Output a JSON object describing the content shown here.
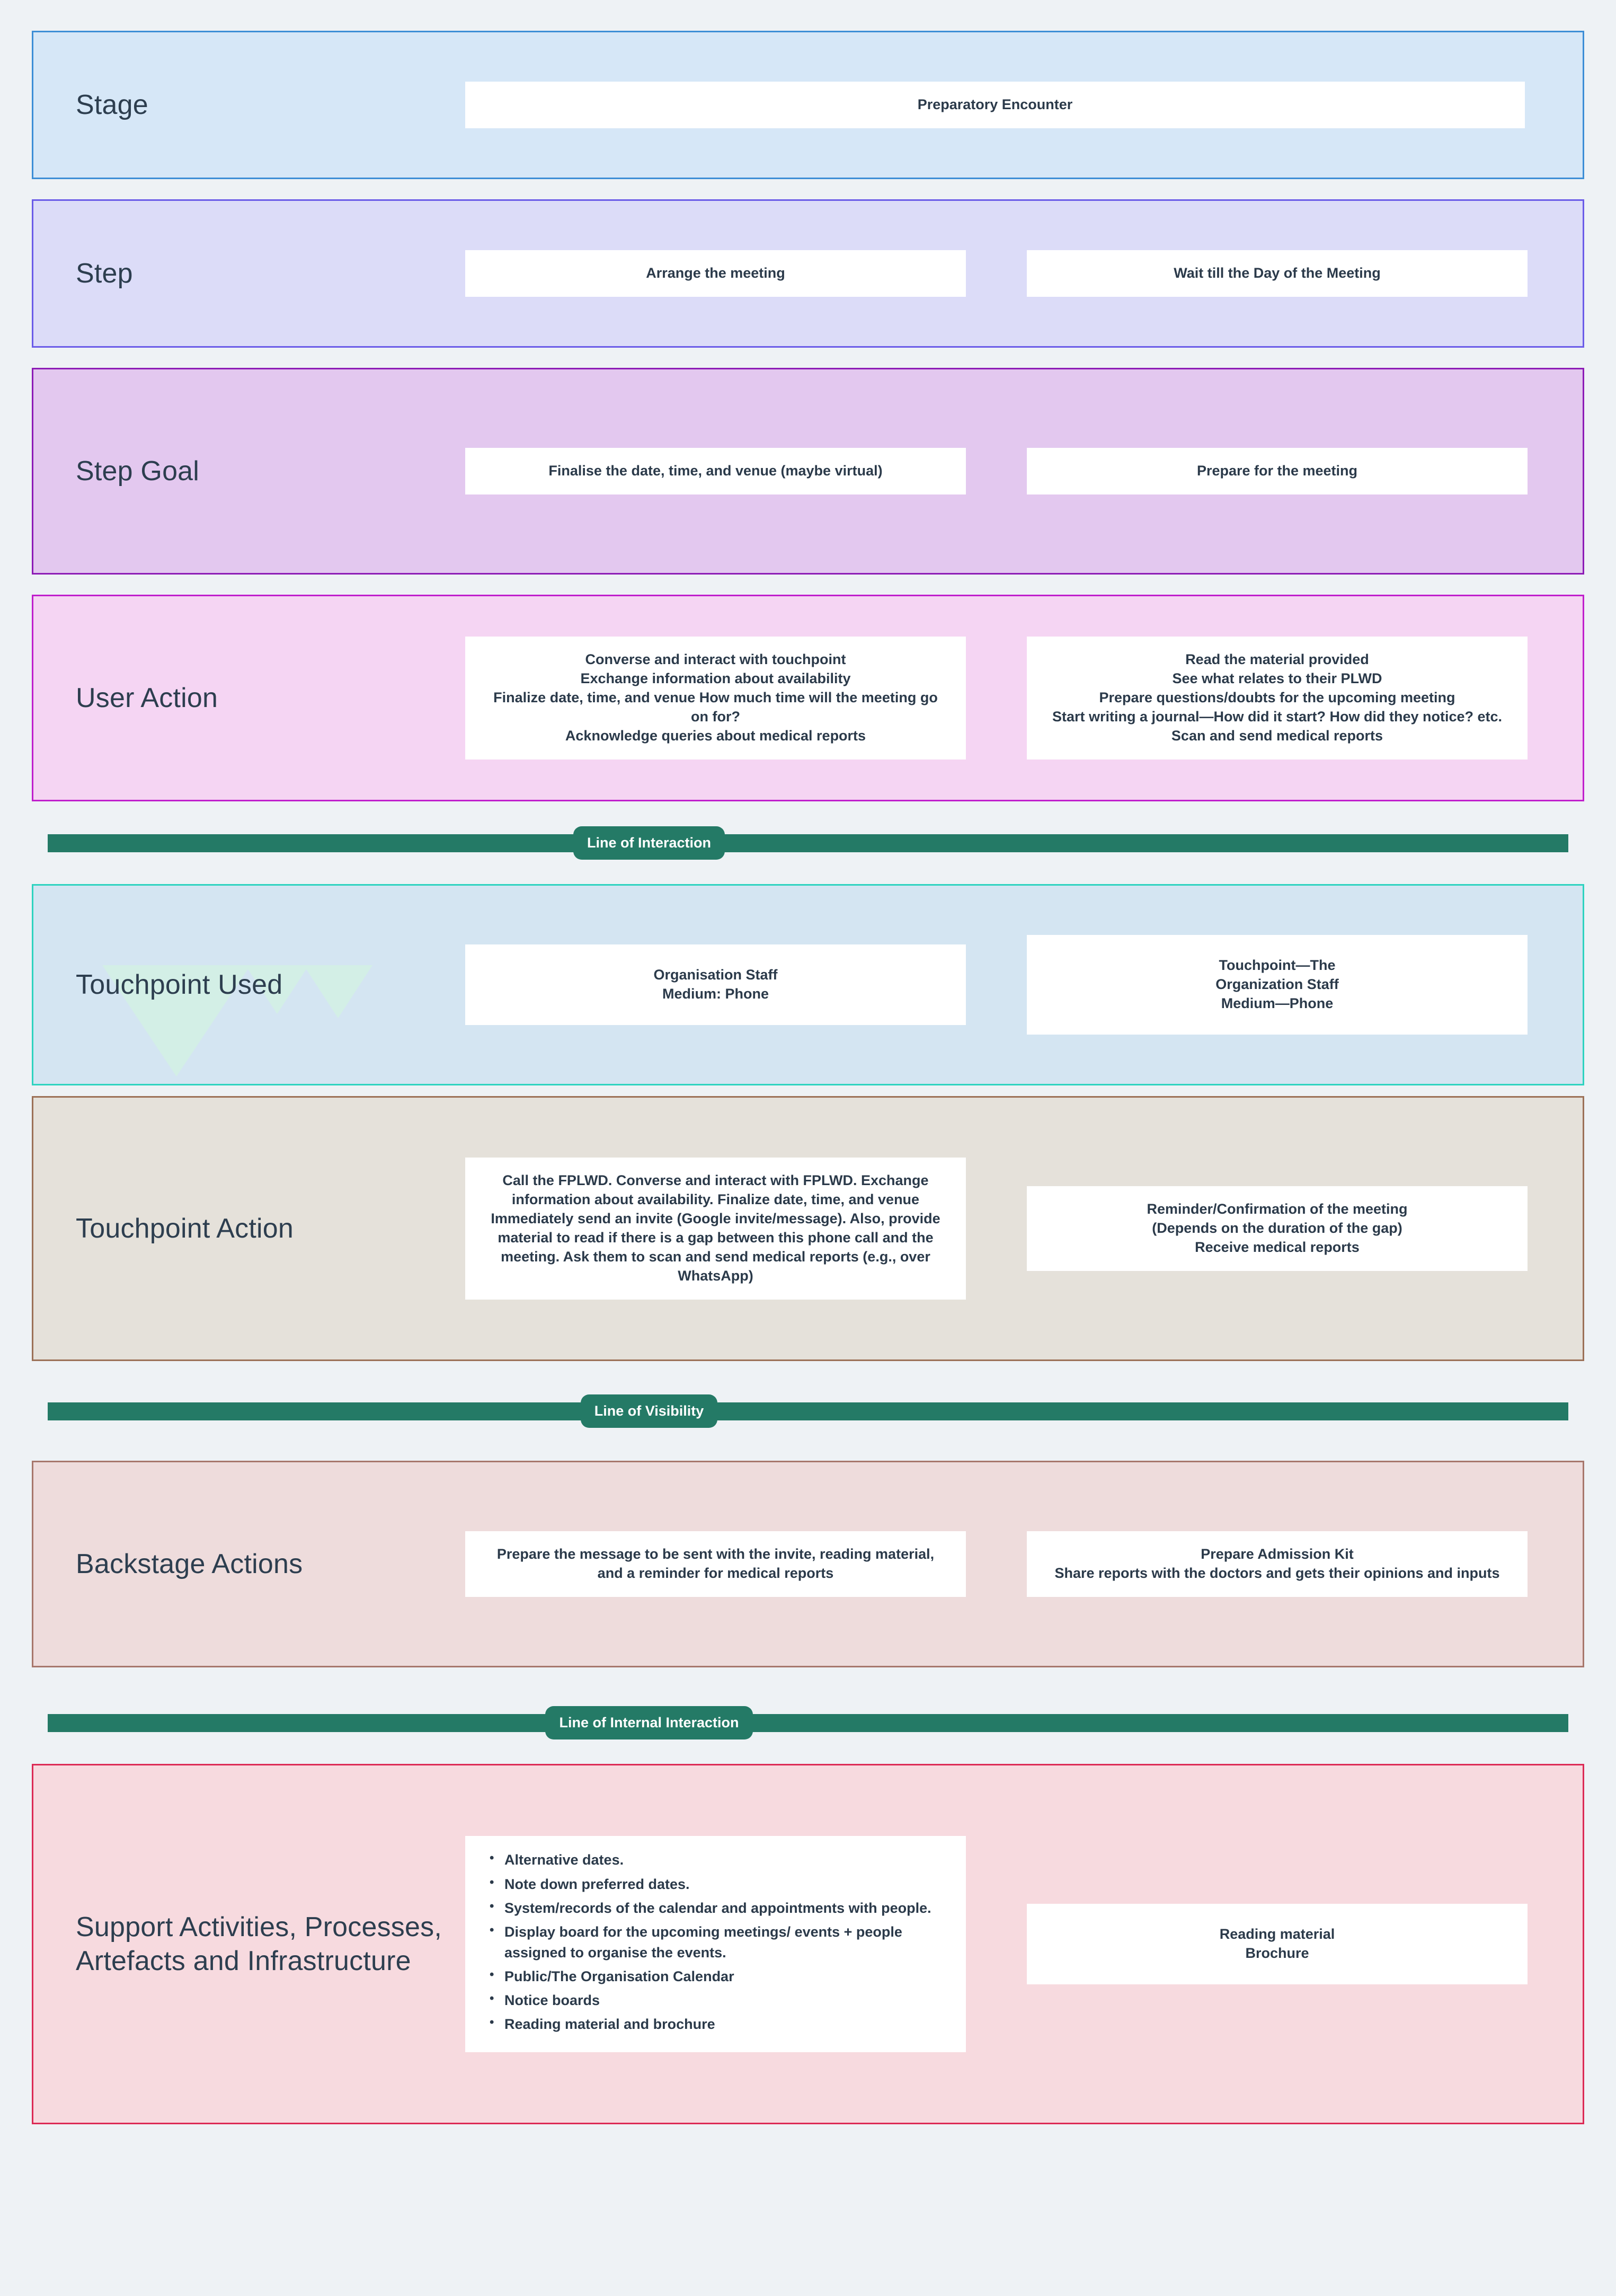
{
  "colors": {
    "page_background": "#eef2f5",
    "divider": "#247a66",
    "text": "#2b3a4a",
    "stage_bg": "#d6e7f7",
    "stage_border": "#3d8ed6",
    "step_bg": "#dcdcf8",
    "step_border": "#6b5ce8",
    "step_goal_bg": "#e3c8ef",
    "step_goal_border": "#8d1cb6",
    "user_action_bg": "#f5d5f3",
    "user_action_border": "#c01fcc",
    "touchpoint_used_bg": "#d4e5f2",
    "touchpoint_used_border": "#2ed3c0",
    "touchpoint_action_bg": "#e5e1da",
    "touchpoint_action_border": "#9c7157",
    "backstage_bg": "#eedcdc",
    "backstage_border": "#a7776c",
    "support_bg": "#f7dadf",
    "support_border": "#dc2a55"
  },
  "lanes": {
    "stage": {
      "label": "Stage",
      "cells": [
        "Preparatory Encounter"
      ]
    },
    "step": {
      "label": "Step",
      "cells": [
        "Arrange the meeting",
        "Wait till the Day of the Meeting"
      ]
    },
    "step_goal": {
      "label": "Step Goal",
      "cells": [
        "Finalise the date, time, and venue (maybe virtual)",
        "Prepare for the meeting"
      ]
    },
    "user_action": {
      "label": "User Action",
      "cells": [
        "Converse and interact with touchpoint\nExchange information about availability\nFinalize date, time, and venue How much time will the meeting go on for?\nAcknowledge queries about medical reports",
        "Read the material provided\nSee what relates to their PLWD\nPrepare questions/doubts for the upcoming meeting\nStart writing a journal—How did it start? How did they notice? etc.\nScan and send medical reports"
      ]
    },
    "touchpoint_used": {
      "label": "Touchpoint Used",
      "cells": [
        "Organisation Staff\nMedium: Phone",
        "Touchpoint—The\nOrganization Staff\nMedium—Phone"
      ]
    },
    "touchpoint_action": {
      "label": "Touchpoint Action",
      "cells": [
        "Call the FPLWD. Converse and interact with FPLWD. Exchange information about availability. Finalize date, time, and venue Immediately send an invite (Google invite/message). Also, provide material to read if there is a gap between this phone call and the meeting. Ask them to scan and send medical reports (e.g., over WhatsApp)",
        "Reminder/Confirmation of the meeting\n(Depends on the duration of the gap)\nReceive medical reports"
      ]
    },
    "backstage": {
      "label": "Backstage Actions",
      "cells": [
        "Prepare the message to be sent with the invite, reading material, and a reminder for medical reports",
        "Prepare Admission Kit\nShare reports with the doctors and gets their opinions and inputs"
      ]
    },
    "support": {
      "label": "Support Activities, Processes, Artefacts and Infrastructure",
      "bullets": [
        "Alternative dates.",
        "Note down preferred dates.",
        "System/records of the calendar and appointments with people.",
        "Display board for the upcoming meetings/ events + people assigned to organise the events.",
        "Public/The Organisation Calendar",
        "Notice boards",
        "Reading material and brochure"
      ],
      "cells": [
        "Reading material\nBrochure"
      ]
    }
  },
  "dividers": {
    "line_of_interaction": "Line of Interaction",
    "line_of_visibility": "Line of Visibility",
    "line_of_internal_interaction": "Line of Internal Interaction"
  }
}
